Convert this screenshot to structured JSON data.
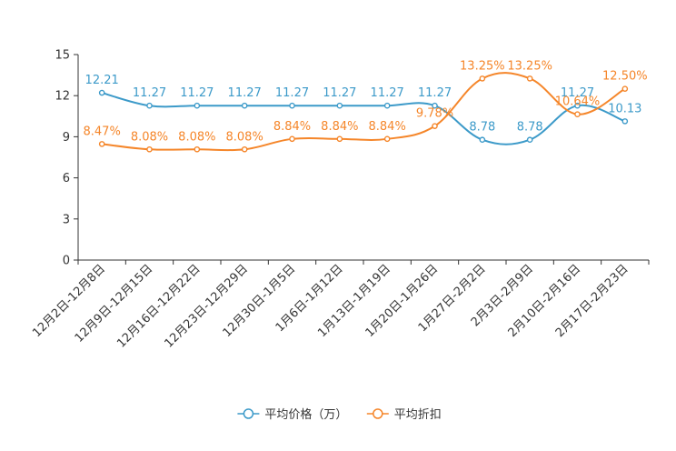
{
  "chart_data": {
    "type": "line",
    "categories": [
      "12月2日-12月8日",
      "12月9日-12月15日",
      "12月16日-12月22日",
      "12月23日-12月29日",
      "12月30日-1月5日",
      "1月6日-1月12日",
      "1月13日-1月19日",
      "1月20日-1月26日",
      "1月27日-2月2日",
      "2月3日-2月9日",
      "2月10日-2月16日",
      "2月17日-2月23日"
    ],
    "ylim": [
      0,
      15
    ],
    "yticks": [
      0,
      3,
      6,
      9,
      12,
      15
    ],
    "smooth": true,
    "legend_position": "bottom",
    "series": [
      {
        "name": "平均价格（万）",
        "color": "#3c9ac9",
        "values": [
          12.21,
          11.27,
          11.27,
          11.27,
          11.27,
          11.27,
          11.27,
          11.27,
          8.78,
          8.78,
          11.27,
          10.13
        ],
        "labels": [
          "12.21",
          "11.27",
          "11.27",
          "11.27",
          "11.27",
          "11.27",
          "11.27",
          "11.27",
          "8.78",
          "8.78",
          "11.27",
          "10.13"
        ]
      },
      {
        "name": "平均折扣",
        "color": "#f5862a",
        "values": [
          8.47,
          8.08,
          8.08,
          8.08,
          8.84,
          8.84,
          8.84,
          9.78,
          13.25,
          13.25,
          10.64,
          12.5
        ],
        "labels": [
          "8.47%",
          "8.08%",
          "8.08%",
          "8.08%",
          "8.84%",
          "8.84%",
          "8.84%",
          "9.78%",
          "13.25%",
          "13.25%",
          "10.64%",
          "12.50%"
        ]
      }
    ]
  }
}
